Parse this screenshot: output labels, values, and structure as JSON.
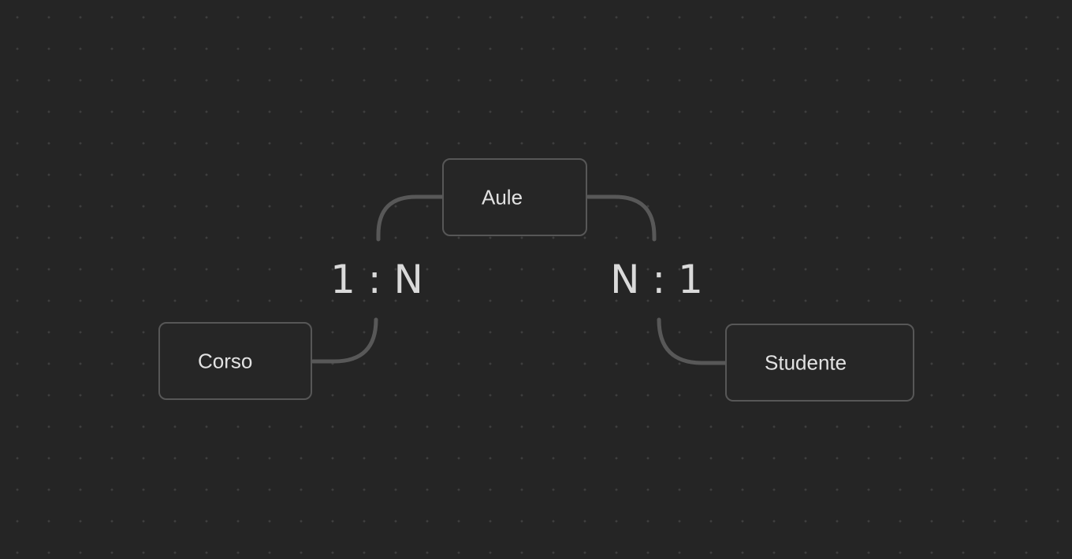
{
  "diagram": {
    "nodes": {
      "aule": {
        "label": "Aule"
      },
      "corso": {
        "label": "Corso"
      },
      "studente": {
        "label": "Studente"
      }
    },
    "relationships": {
      "corso_aule": {
        "cardinality": "1 : N"
      },
      "aule_studente": {
        "cardinality": "N : 1"
      }
    }
  },
  "colors": {
    "background": "#252525",
    "grid_dot": "#3e3e3e",
    "node_border": "#575757",
    "connector": "#585858",
    "text": "#e2e2e2"
  }
}
